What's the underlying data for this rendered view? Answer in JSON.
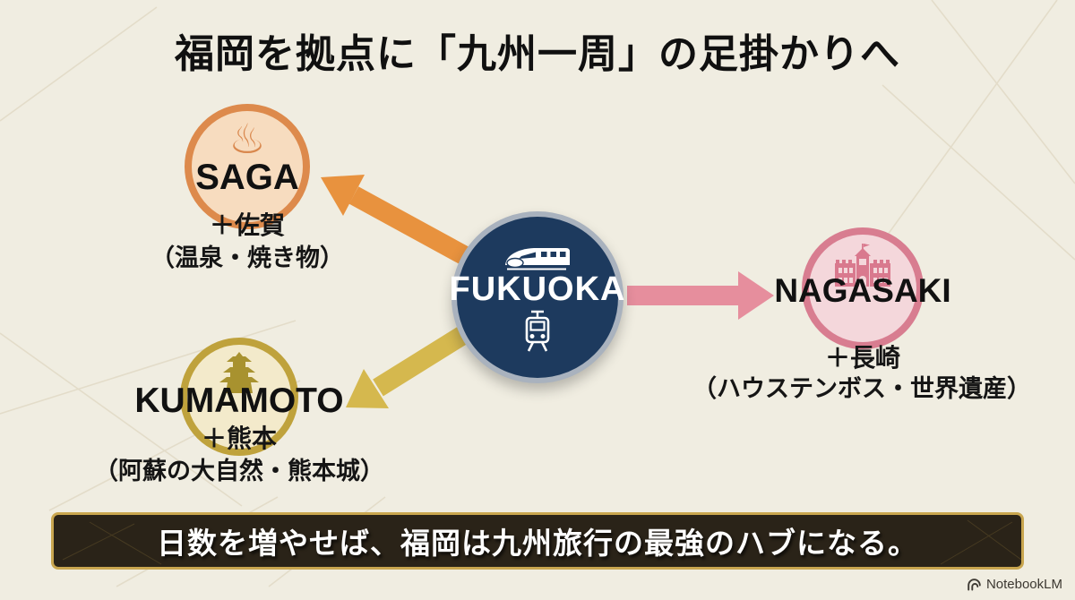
{
  "title": "福岡を拠点に「九州一周」の足掛かりへ",
  "hub": {
    "label": "FUKUOKA",
    "top_icon": "shinkansen-icon",
    "bottom_icon": "train-front-icon",
    "bg_color": "#1D3A5E",
    "ring_color": "#A9B2BE"
  },
  "destinations": [
    {
      "label": "SAGA",
      "sub": "＋佐賀",
      "detail": "（温泉・焼き物）",
      "icon": "hot-spring-icon",
      "icon_glyph": "♨",
      "ring_color": "#DD8A4C",
      "fill_color": "#F7DCBF",
      "arrow_color": "#E8923E"
    },
    {
      "label": "NAGASAKI",
      "sub": "＋長崎",
      "detail": "（ハウステンボス・世界遺産）",
      "icon": "palace-icon",
      "ring_color": "#D87D90",
      "fill_color": "#F4D7DB",
      "arrow_color": "#E68E9D"
    },
    {
      "label": "KUMAMOTO",
      "sub": "＋熊本",
      "detail": "（阿蘇の大自然・熊本城）",
      "icon": "castle-icon",
      "ring_color": "#BFA23C",
      "fill_color": "#F3EACB",
      "arrow_color": "#D5B84E"
    }
  ],
  "banner": {
    "text": "日数を増やせば、福岡は九州旅行の最強のハブになる。",
    "bg_color": "#2A2318",
    "border_color": "#C9A64F"
  },
  "watermark": {
    "label": "NotebookLM"
  },
  "background_color": "#F0EDE1"
}
